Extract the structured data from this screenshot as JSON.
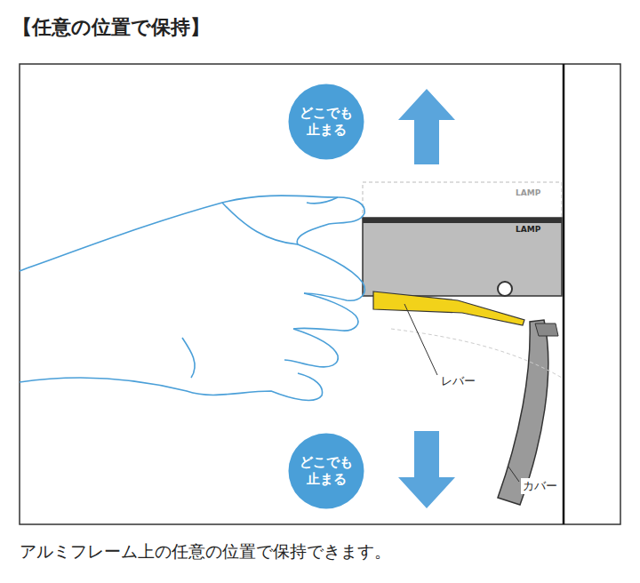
{
  "diagram": {
    "title": "【任意の位置で保持】",
    "caption": "アルミフレーム上の任意の位置で保持できます。",
    "nodes": [
      {
        "text": [
          "どこでも 止まる"
        ]
      },
      {
        "text": [
          "どこでも 止まる"
        ]
      }
    ],
    "labels": [
      "LAMP",
      "LAMP",
      "レバー",
      "カバー"
    ]
  }
}
